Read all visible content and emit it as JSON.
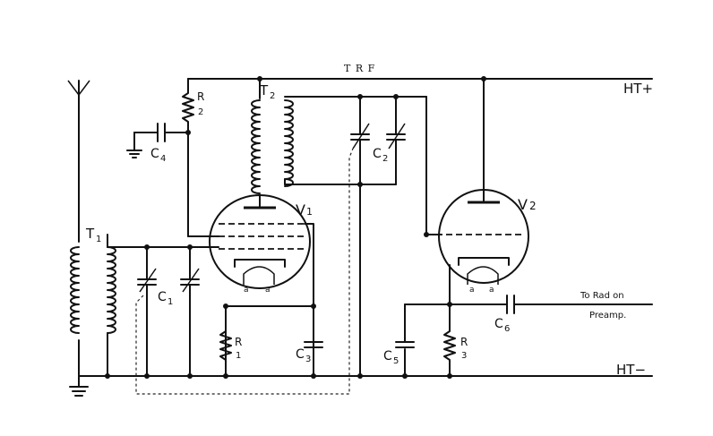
{
  "title": "T R F",
  "rails": {
    "ht_plus": "HT+",
    "ht_minus": "HT−"
  },
  "output": {
    "line1": "To Rad on",
    "line2": "Preamp."
  },
  "components": {
    "t1": "T",
    "t1_sub": "1",
    "t2": "T",
    "t2_sub": "2",
    "v1": "V",
    "v1_sub": "1",
    "v2": "V",
    "v2_sub": "2",
    "r1": "R",
    "r1_sub": "1",
    "r2": "R",
    "r2_sub": "2",
    "r3": "R",
    "r3_sub": "3",
    "c1": "C",
    "c1_sub": "1",
    "c2": "C",
    "c2_sub": "2",
    "c3": "C",
    "c3_sub": "3",
    "c4": "C",
    "c4_sub": "4",
    "c5": "C",
    "c5_sub": "5",
    "c6": "C",
    "c6_sub": "6"
  },
  "heater_labels": [
    "a",
    "a"
  ]
}
